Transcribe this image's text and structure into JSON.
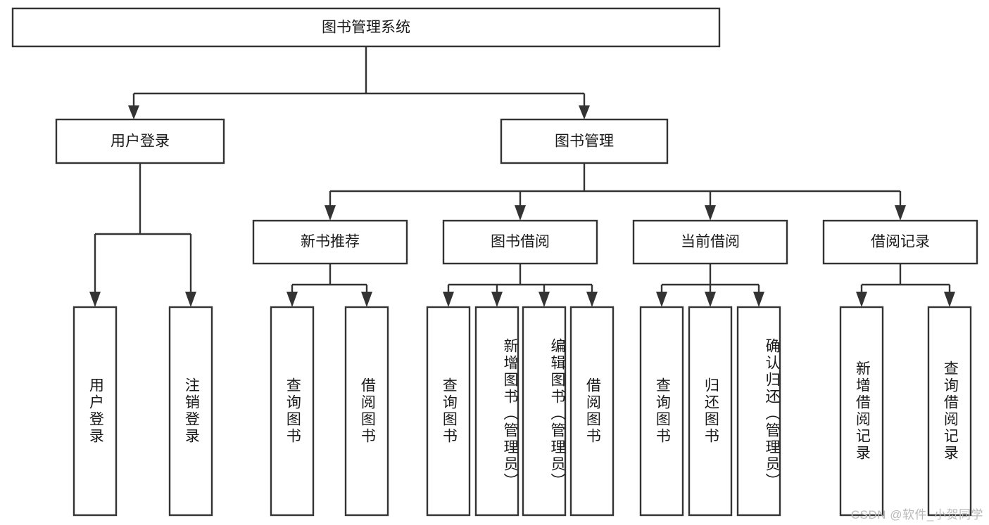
{
  "diagram": {
    "type": "tree",
    "title": "图书管理系统",
    "watermark": "CSDN @软件_小贺同学",
    "colors": {
      "stroke": "#333333",
      "fill": "#ffffff",
      "text": "#1a1a1a",
      "watermark": "#b9b9b9"
    },
    "levels": {
      "root": {
        "label": "图书管理系统"
      },
      "level2": [
        {
          "label": "用户登录"
        },
        {
          "label": "图书管理"
        }
      ],
      "level3": [
        {
          "label": "新书推荐"
        },
        {
          "label": "图书借阅"
        },
        {
          "label": "当前借阅"
        },
        {
          "label": "借阅记录"
        }
      ]
    },
    "leaves": {
      "user_login": [
        {
          "label": "用户登录"
        },
        {
          "label": "注销登录"
        }
      ],
      "new_book_recommend": [
        {
          "label": "查询图书"
        },
        {
          "label": "借阅图书"
        }
      ],
      "book_borrow": [
        {
          "label": "查询图书"
        },
        {
          "label": "新增图书（管理员）"
        },
        {
          "label": "编辑图书（管理员）"
        },
        {
          "label": "借阅图书"
        }
      ],
      "current_borrow": [
        {
          "label": "查询图书"
        },
        {
          "label": "归还图书"
        },
        {
          "label": "确认归还（管理员）"
        }
      ],
      "borrow_record": [
        {
          "label": "新增借阅记录"
        },
        {
          "label": "查询借阅记录"
        }
      ]
    }
  }
}
